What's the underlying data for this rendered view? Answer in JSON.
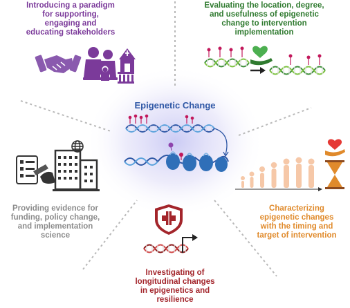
{
  "center": {
    "title": "Epigenetic Change"
  },
  "labels": {
    "purple": [
      "Introducing a paradigm",
      "for supporting,",
      "engaging and",
      "educating stakeholders"
    ],
    "green": [
      "Evaluating the location, degree,",
      "and usefulness of epigenetic",
      "change to intervention",
      "implementation"
    ],
    "gray": [
      "Providing evidence for",
      "funding, policy change,",
      "and implementation",
      "science"
    ],
    "orange": [
      "Characterizing",
      "epigenetic changes",
      "with the timing and",
      "target of intervention"
    ],
    "red": [
      "Investigating of",
      "longitudinal changes",
      "in epigenetics and",
      "resilience"
    ]
  },
  "colors": {
    "purple": "#7b3a9a",
    "green": "#2f7a2f",
    "blue": "#2f58a6",
    "gray": "#8c8c8c",
    "orange": "#e08a2b",
    "red": "#a3252b"
  },
  "icons": [
    "handshake-icon",
    "family-icon",
    "church-icon",
    "school-icon",
    "dna-icon",
    "heart-in-hand-icon",
    "arrow-right-icon",
    "chromatin-icon",
    "checklist-icon",
    "hand-pen-icon",
    "office-building-icon",
    "globe-icon",
    "human-growth-icon",
    "hourglass-icon",
    "medical-shield-icon",
    "rising-arrow-icon"
  ]
}
